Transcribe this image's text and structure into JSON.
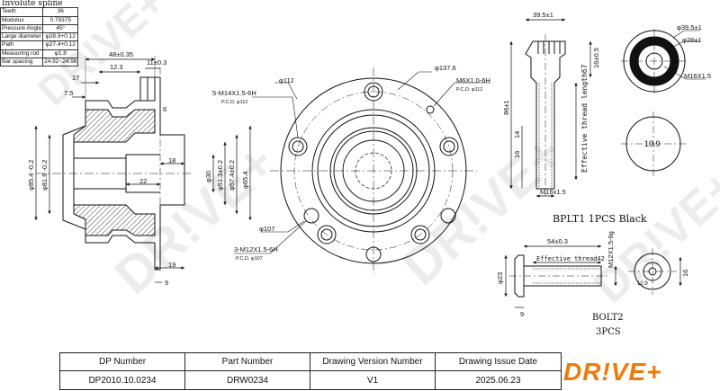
{
  "spline": {
    "caption": "Involute spline",
    "rows": [
      {
        "label": "Teeth",
        "value": "36"
      },
      {
        "label": "Modulus",
        "value": "0.79375"
      },
      {
        "label": "Pressure Angle",
        "value": "45°"
      },
      {
        "label": "Large diameter",
        "value": "φ28.9+0.12"
      },
      {
        "label": "Path",
        "value": "φ27.4+0.12"
      },
      {
        "label": "Measuring rod",
        "value": "φ1.8"
      },
      {
        "label": "Bar spacing",
        "value": "24.92~24.98"
      }
    ]
  },
  "side_view": {
    "dims": {
      "d48": "48±0.35",
      "d11": "11±0.3",
      "d123": "12.3",
      "d17": "17",
      "d75": "7.5",
      "d6": "6",
      "d18": "18",
      "d22": "22",
      "d19": "19",
      "d9": "9",
      "dia85": "φ85.4 -0.2",
      "dia81": "φ81.6 -0.2",
      "dia30": "φ30",
      "dia51": "φ51.3±0.2",
      "dia57": "φ57.4±0.2",
      "dia65": "φ65.4"
    }
  },
  "front_view": {
    "thread_top": "5-M14X1.5-6H",
    "pcd_top": "P.C.D. φ112",
    "pcd_top_value": "φ112",
    "dia137": "φ137.6",
    "thread_right": "M6X1.0-6H",
    "pcd_right": "P.C.D. φ112",
    "dia107": "φ107",
    "thread_bottom": "3-M12X1.5-6H",
    "pcd_bottom": "P.C.D. φ107"
  },
  "bolt1": {
    "dims": {
      "d395": "39.5±1",
      "d16": "16±0.5",
      "d86": "86±1",
      "d14": "14",
      "d16b": "16",
      "thread": "M16x1.5",
      "dia395": "φ39.5±1",
      "dia28": "φ28±1",
      "m16": "M16X1.5",
      "d109": "10.9"
    },
    "eff_thread": "Effective thread length67",
    "caption": "BPLT1 1PCS Black"
  },
  "bolt2": {
    "dims": {
      "d54": "54±0.3",
      "m12": "M12X1.5-6g",
      "dia23": "φ23",
      "d9": "9",
      "d16": "16",
      "d109": "10.9"
    },
    "eff_thread": "Effective thread42",
    "caption1": "BOLT2",
    "caption2": "3PCS"
  },
  "watermark": "DR!VE+",
  "title_block": {
    "h1": "DP Number",
    "h2": "Part Number",
    "h3": "Drawing Version Number",
    "h4": "Drawing Issue Date",
    "v1": "DP2010.10.0234",
    "v2": "DRW0234",
    "v3": "V1",
    "v4": "2025.06.23"
  },
  "logo": "DR!VE+",
  "colors": {
    "brand": "#ee7a0a",
    "line": "#111111"
  }
}
